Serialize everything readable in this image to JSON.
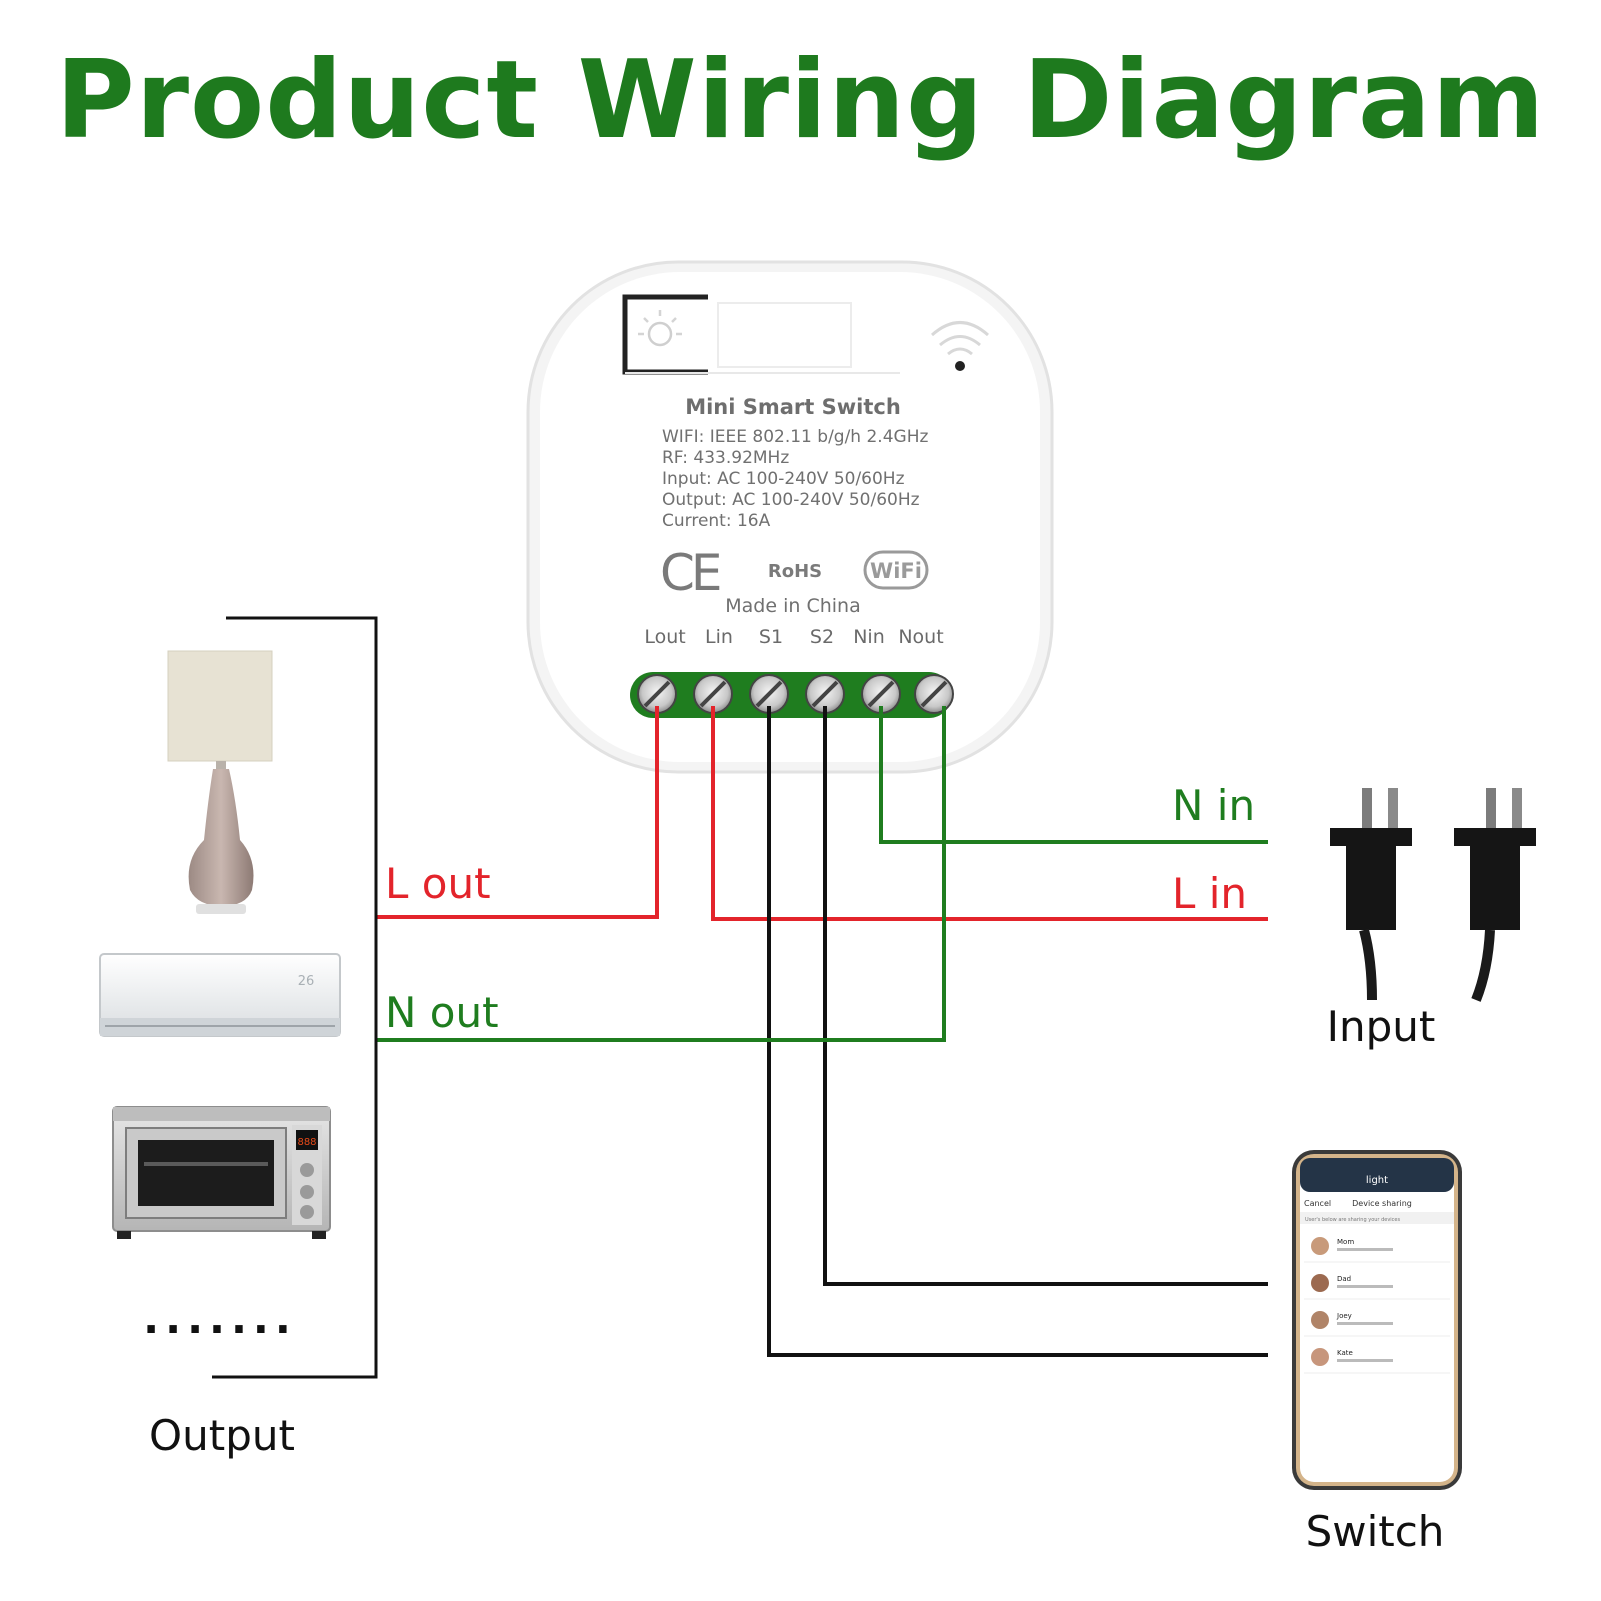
{
  "title": "Product Wiring Diagram",
  "device": {
    "name": "Mini Smart Switch",
    "specs": [
      "WIFI: IEEE 802.11 b/g/h  2.4GHz",
      "RF: 433.92MHz",
      "Input:  AC 100-240V  50/60Hz",
      "Output:  AC 100-240V  50/60Hz",
      "Current:  16A"
    ],
    "ce_mark": "CE",
    "rohs": "RoHS",
    "wifi_logo": "WiFi",
    "made_in": "Made in China",
    "terminals": [
      "Lout",
      "Lin",
      "S1",
      "S2",
      "Nin",
      "Nout"
    ]
  },
  "wires": {
    "l_out": "L out",
    "n_out": "N out",
    "n_in": "N in",
    "l_in": "L in"
  },
  "colors": {
    "title_green": "#1e7a1e",
    "live_red": "#e3242b",
    "neutral_green": "#1f7d1f",
    "switch_black": "#111111"
  },
  "groups": {
    "output": "Output",
    "input": "Input",
    "switch": "Switch",
    "ellipsis": "......."
  },
  "phone": {
    "header": "light",
    "cancel": "Cancel",
    "screen_title": "Device sharing",
    "subtitle": "User's below are sharing your devices",
    "contacts": [
      "Mom",
      "Dad",
      "Joey",
      "Kate"
    ],
    "oven_display": "888",
    "ac_display": "26"
  }
}
